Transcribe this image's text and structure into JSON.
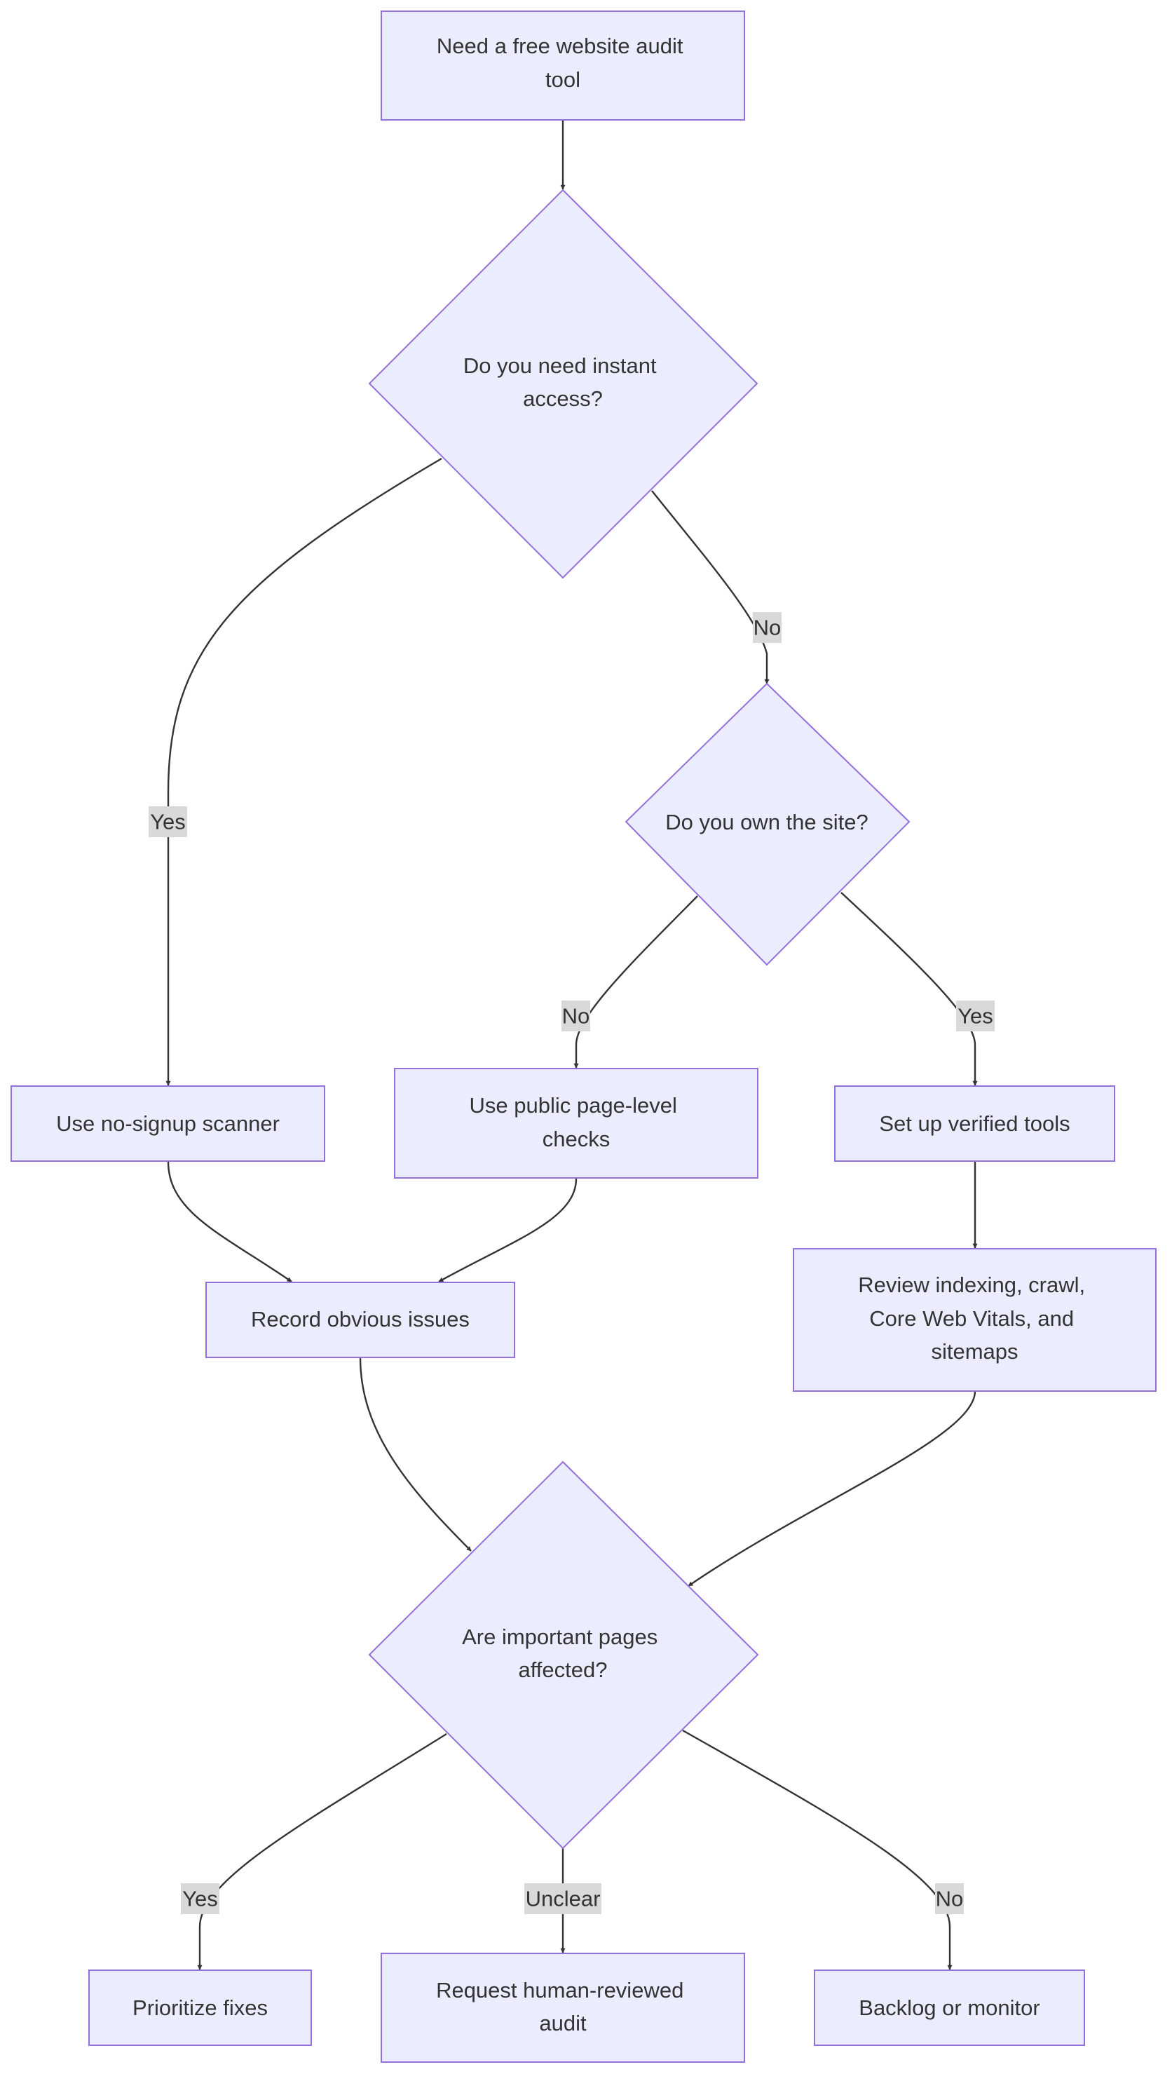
{
  "diagram": {
    "type": "flowchart",
    "colors": {
      "node_fill": "#ECECFF",
      "node_stroke": "#9370DB",
      "edge": "#333333",
      "label_bg": "#D9D9D9",
      "text": "#333333"
    },
    "nodes": {
      "start": [
        "Need a free website audit",
        "tool"
      ],
      "instant": [
        "Do you need instant",
        "access?"
      ],
      "own": [
        "Do you own the site?"
      ],
      "scanner": [
        "Use no-signup scanner"
      ],
      "public": [
        "Use public page-level",
        "checks"
      ],
      "verified": [
        "Set up verified tools"
      ],
      "record": [
        "Record obvious issues"
      ],
      "review": [
        "Review indexing, crawl,",
        "Core Web Vitals, and",
        "sitemaps"
      ],
      "important": [
        "Are important pages",
        "affected?"
      ],
      "prioritize": [
        "Prioritize fixes"
      ],
      "human": [
        "Request human-reviewed",
        "audit"
      ],
      "backlog": [
        "Backlog or monitor"
      ]
    },
    "edges": [
      {
        "from": "start",
        "to": "instant",
        "label": ""
      },
      {
        "from": "instant",
        "to": "scanner",
        "label": "Yes"
      },
      {
        "from": "instant",
        "to": "own",
        "label": "No"
      },
      {
        "from": "own",
        "to": "public",
        "label": "No"
      },
      {
        "from": "own",
        "to": "verified",
        "label": "Yes"
      },
      {
        "from": "scanner",
        "to": "record",
        "label": ""
      },
      {
        "from": "public",
        "to": "record",
        "label": ""
      },
      {
        "from": "verified",
        "to": "review",
        "label": ""
      },
      {
        "from": "record",
        "to": "important",
        "label": ""
      },
      {
        "from": "review",
        "to": "important",
        "label": ""
      },
      {
        "from": "important",
        "to": "prioritize",
        "label": "Yes"
      },
      {
        "from": "important",
        "to": "human",
        "label": "Unclear"
      },
      {
        "from": "important",
        "to": "backlog",
        "label": "No"
      }
    ]
  }
}
